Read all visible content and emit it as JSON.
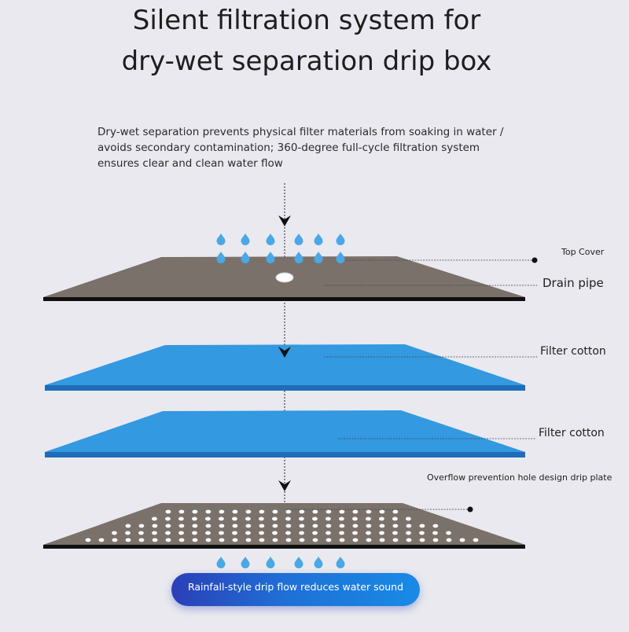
{
  "title": {
    "line1": "Silent filtration system for",
    "line2": "dry-wet separation drip box"
  },
  "description": "Dry-wet separation prevents physical filter materials from soaking in water / avoids secondary contamination; 360-degree full-cycle filtration system ensures clear and clean water flow",
  "layers": {
    "top_cover": "Top Cover",
    "drain_pipe": "Drain pipe",
    "filter_cotton_1": "Filter cotton",
    "filter_cotton_2": "Filter cotton",
    "drip_plate": "Overflow prevention hole design drip plate"
  },
  "banner": "Rainfall-style drip flow reduces water sound",
  "colors": {
    "background": "#e9e9ef",
    "cover_plate": "#7b716b",
    "filter_blue": "#3399e0",
    "water_drop": "#4aa8e6",
    "banner_blue": "#2a3fb8"
  }
}
